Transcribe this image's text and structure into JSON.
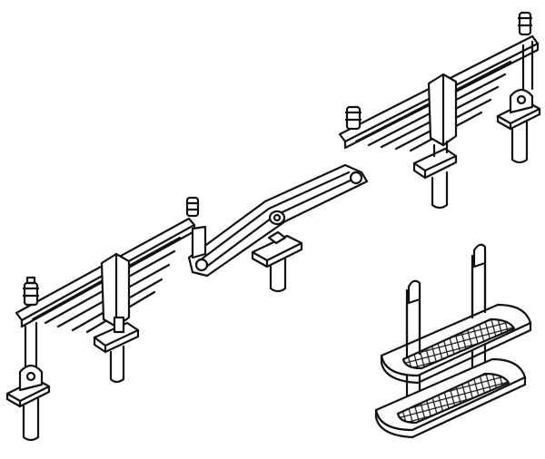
{
  "drawing": {
    "ink_color": "#111111",
    "paper_color": "#ffffff",
    "parts": [
      "left-leaf-spring",
      "right-leaf-spring",
      "equalizer-bar",
      "hanger-bolts",
      "spring-hangers",
      "mounting-posts",
      "step-assembly"
    ]
  }
}
